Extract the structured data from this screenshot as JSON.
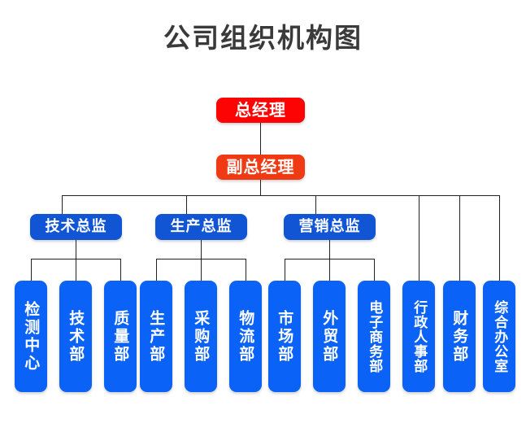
{
  "title": "公司组织机构图",
  "colors": {
    "title_text": "#3a3a3a",
    "top_node": "#fc0404",
    "second_node": "#ef3a14",
    "director_node": "#1155d5",
    "department_node": "#0a62f7",
    "connector_line": "#222222",
    "background": "#ffffff",
    "node_text": "#ffffff"
  },
  "nodes": {
    "general_manager": "总经理",
    "deputy_general_manager": "副总经理",
    "directors": [
      {
        "label": "技术总监"
      },
      {
        "label": "生产总监"
      },
      {
        "label": "营销总监"
      }
    ],
    "departments": [
      {
        "label": "检测中心",
        "parent": "技术总监"
      },
      {
        "label": "技术部",
        "parent": "技术总监"
      },
      {
        "label": "质量部",
        "parent": "技术总监"
      },
      {
        "label": "生产部",
        "parent": "生产总监"
      },
      {
        "label": "采购部",
        "parent": "生产总监"
      },
      {
        "label": "物流部",
        "parent": "生产总监"
      },
      {
        "label": "市场部",
        "parent": "营销总监"
      },
      {
        "label": "外贸部",
        "parent": "营销总监"
      },
      {
        "label": "电子商务部",
        "parent": "营销总监"
      },
      {
        "label": "行政人事部",
        "parent": "副总经理"
      },
      {
        "label": "财务部",
        "parent": "副总经理"
      },
      {
        "label": "综合办公室",
        "parent": "副总经理"
      }
    ]
  },
  "chart_data": {
    "type": "diagram",
    "title": "公司组织机构图",
    "diagram_kind": "organizational-chart",
    "levels": 4,
    "hierarchy": {
      "label": "总经理",
      "children": [
        {
          "label": "副总经理",
          "children": [
            {
              "label": "技术总监",
              "children": [
                {
                  "label": "检测中心"
                },
                {
                  "label": "技术部"
                },
                {
                  "label": "质量部"
                }
              ]
            },
            {
              "label": "生产总监",
              "children": [
                {
                  "label": "生产部"
                },
                {
                  "label": "采购部"
                },
                {
                  "label": "物流部"
                }
              ]
            },
            {
              "label": "营销总监",
              "children": [
                {
                  "label": "市场部"
                },
                {
                  "label": "外贸部"
                },
                {
                  "label": "电子商务部"
                }
              ]
            },
            {
              "label": "行政人事部"
            },
            {
              "label": "财务部"
            },
            {
              "label": "综合办公室"
            }
          ]
        }
      ]
    }
  }
}
